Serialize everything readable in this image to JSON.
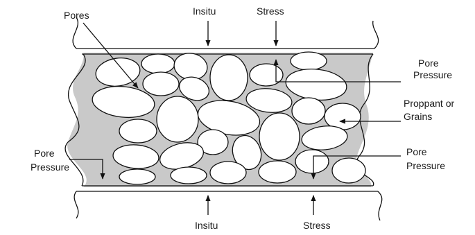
{
  "labels": {
    "pores": "Pores",
    "insitu_top": "Insitu",
    "stress_top": "Stress",
    "pore_pressure_upper_right": [
      "Pore",
      "Pressure"
    ],
    "proppant": [
      "Proppant or",
      "Grains"
    ],
    "pore_pressure_left": [
      "Pore",
      "Pressure"
    ],
    "pore_pressure_lower_right": [
      "Pore",
      "Pressure"
    ],
    "insitu_bottom": "Insitu",
    "stress_bottom": "Stress"
  },
  "colors": {
    "fracture_fill": "#c9c9c9",
    "grain_fill": "#ffffff",
    "line": "#111111"
  }
}
